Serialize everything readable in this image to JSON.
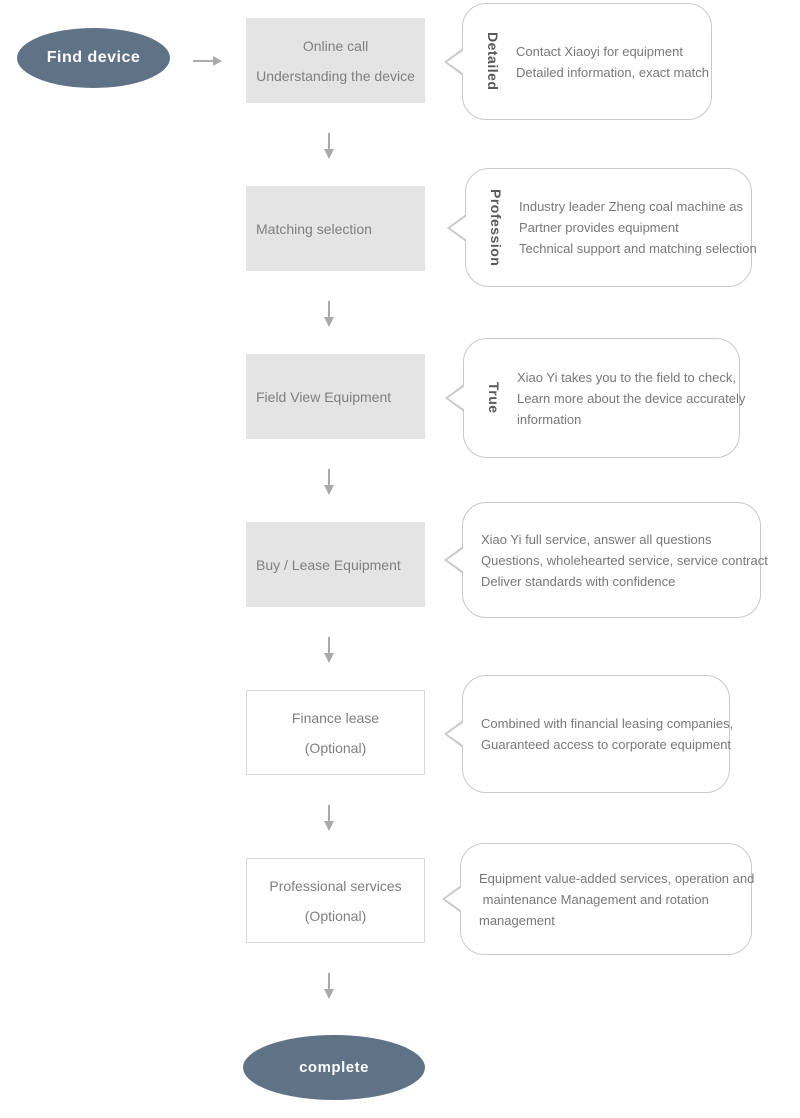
{
  "flow": {
    "start_label": "Find device",
    "end_label": "complete",
    "steps": [
      {
        "box_lines": [
          "Online call",
          "Understanding the device"
        ],
        "tag": "Detailed",
        "bubble_lines": [
          "Contact Xiaoyi for equipment",
          "Detailed information, exact match"
        ]
      },
      {
        "box_lines": [
          "Matching selection"
        ],
        "tag": "Profession",
        "bubble_lines": [
          "Industry leader Zheng coal machine as",
          "Partner provides equipment",
          "Technical support and matching selection"
        ]
      },
      {
        "box_lines": [
          "Field View Equipment"
        ],
        "tag": "True",
        "bubble_lines": [
          "Xiao Yi takes you to the field to check,",
          "Learn more about the device accurately",
          "information"
        ]
      },
      {
        "box_lines": [
          "Buy / Lease Equipment"
        ],
        "tag": "",
        "bubble_lines": [
          "Xiao Yi full service, answer all questions",
          "Questions, wholehearted service, service contract",
          "Deliver standards with confidence"
        ]
      },
      {
        "box_lines": [
          "Finance lease",
          "(Optional)"
        ],
        "tag": "",
        "bubble_lines": [
          "Combined with financial leasing companies,",
          "Guaranteed access to corporate equipment"
        ]
      },
      {
        "box_lines": [
          "Professional services",
          "(Optional)"
        ],
        "tag": "",
        "bubble_lines": [
          "Equipment value-added services, operation and",
          " maintenance Management and rotation",
          "management"
        ]
      }
    ]
  },
  "colors": {
    "accent": "#5f7286",
    "box_fill": "#e4e4e4",
    "box_text": "#7f7f7f",
    "outline_border": "#d8d8d8",
    "bubble_border": "#c9c9c9",
    "bubble_text": "#787878",
    "tag_text": "#595959",
    "arrow": "#aaaaaa"
  }
}
